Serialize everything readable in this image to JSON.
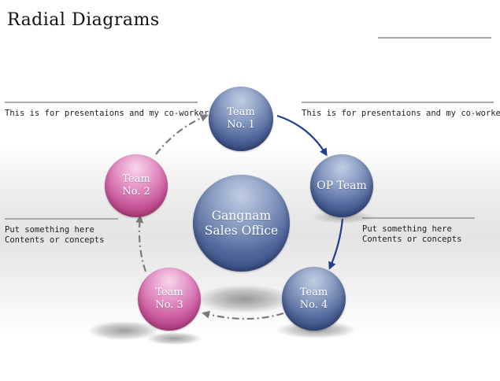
{
  "title": "Radial Diagrams",
  "center": {
    "label": "Gangnam\nSales Office"
  },
  "nodes": {
    "team1": {
      "label": "Team\nNo. 1"
    },
    "op": {
      "label": "OP Team"
    },
    "team4": {
      "label": "Team\nNo. 4"
    },
    "team3": {
      "label": "Team\nNo. 3"
    },
    "team2": {
      "label": "Team\nNo. 2"
    }
  },
  "notes": {
    "top_left": "This is for presentaions and my co-workers",
    "top_right": "This is for presentaions and my co-workers",
    "mid_left": "Put something here\nContents or concepts",
    "mid_right": "Put something here\nContents or concepts"
  },
  "colors": {
    "blue_node": "#3e5688",
    "pink_node": "#c8579a",
    "solid_arrow": "#1f3f8a",
    "dashed_arrow": "#7a7a7a"
  }
}
